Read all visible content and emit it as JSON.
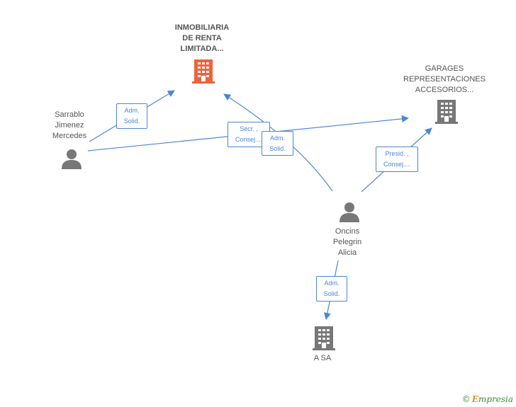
{
  "nodes": {
    "inmobiliaria": {
      "lines": [
        "INMOBILIARIA",
        "DE RENTA",
        "LIMITADA..."
      ],
      "color": "#f0623a"
    },
    "garages": {
      "lines": [
        "GARAGES",
        "REPRESENTACIONES",
        "ACCESORIOS..."
      ],
      "color": "#777777"
    },
    "sarrablo": {
      "lines": [
        "Sarrablo",
        "Jimenez",
        "Mercedes"
      ],
      "color": "#777777"
    },
    "oncins": {
      "lines": [
        "Oncins",
        "Pelegrin",
        "Alicia"
      ],
      "color": "#777777"
    },
    "asa": {
      "lines": [
        "A SA"
      ],
      "color": "#777777"
    }
  },
  "edge_labels": {
    "sarrablo_inmobiliaria": [
      "Adm.",
      "Solid."
    ],
    "sarrablo_garages": [
      "Secr. ,",
      "Consej...."
    ],
    "oncins_inmobiliaria": [
      "Adm.",
      "Solid."
    ],
    "oncins_garages": [
      "Presid. ,",
      "Consej...."
    ],
    "oncins_asa": [
      "Adm.",
      "Solid."
    ]
  },
  "edge_color": "#4a86d8",
  "brand": {
    "symbol": "©",
    "initial": "E",
    "rest": "mpresia"
  }
}
